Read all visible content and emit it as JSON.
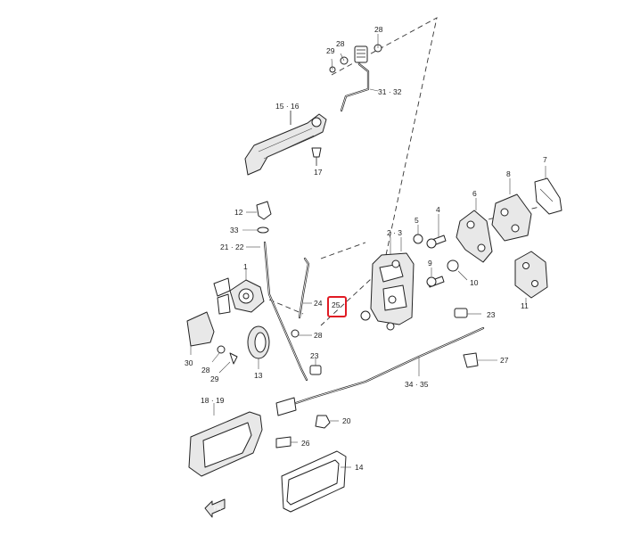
{
  "diagram": {
    "labels": {
      "p28_top": "28",
      "p28_rod": "28",
      "p29_top": "29",
      "p31_32": "31 · 32",
      "p15_16": "15 · 16",
      "p17": "17",
      "p8": "8",
      "p7": "7",
      "p6": "6",
      "p5": "5",
      "p4": "4",
      "p12": "12",
      "p33": "33",
      "p21_22": "21 · 22",
      "p2_3": "2 · 3",
      "p1": "1",
      "p9": "9",
      "p10": "10",
      "p11": "11",
      "p24": "24",
      "p25": "25",
      "p23_right": "23",
      "p28_mid": "28",
      "p30": "30",
      "p28_bot": "28",
      "p29_bot": "29",
      "p13": "13",
      "p23_mid": "23",
      "p27": "27",
      "p34_35": "34 · 35",
      "p18_19": "18 · 19",
      "p20": "20",
      "p26": "26",
      "p14": "14",
      "front_arrow": "FR"
    },
    "highlighted_callout": "25",
    "highlight_color": "#e01b24"
  }
}
